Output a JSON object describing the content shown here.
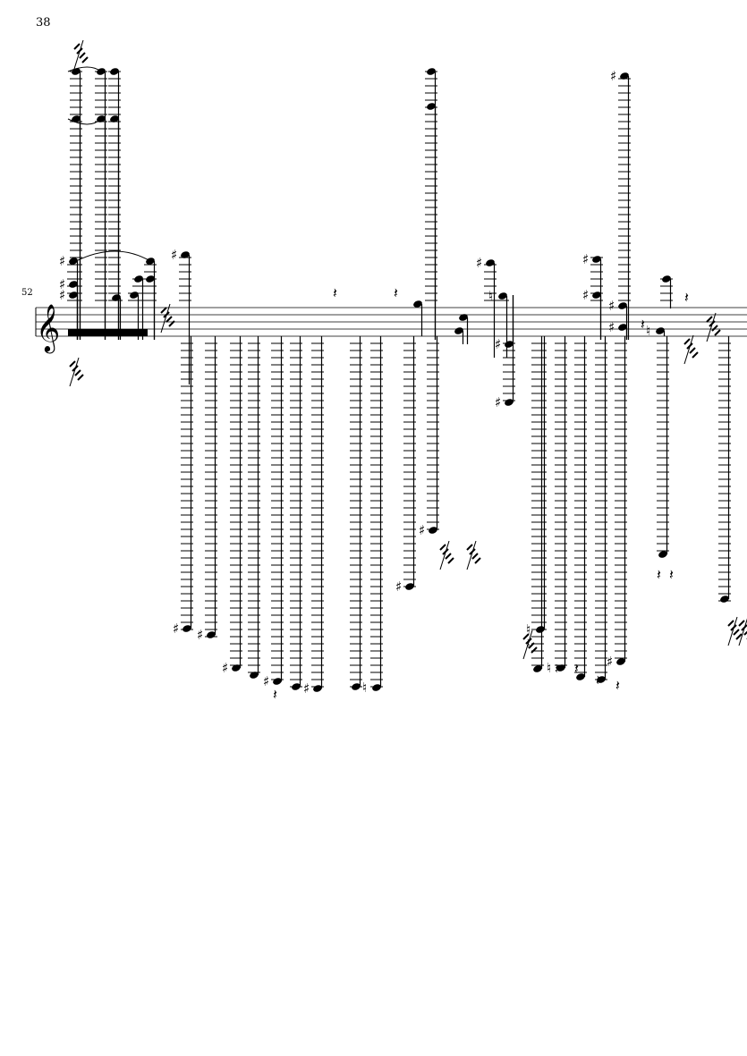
{
  "page": {
    "number": "38"
  },
  "system": {
    "measure_number": "52",
    "clef": "treble"
  },
  "colors": {
    "ink": "#000000",
    "paper": "#ffffff"
  }
}
